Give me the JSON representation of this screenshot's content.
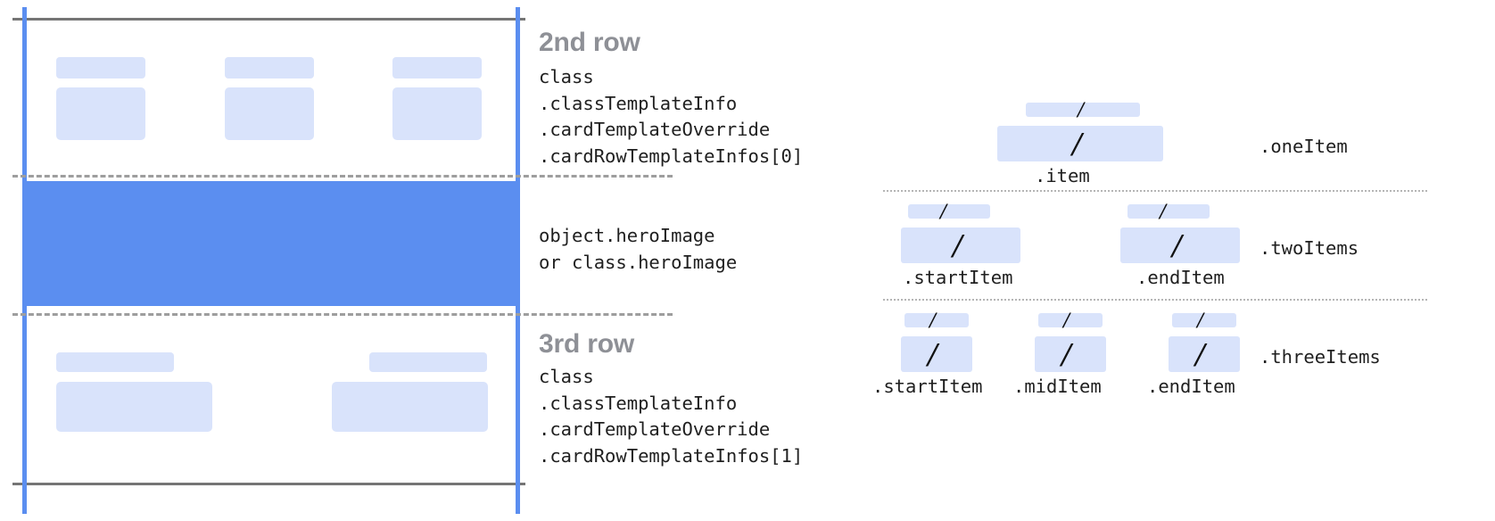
{
  "diagram": {
    "title_hidden": "",
    "colors": {
      "accent_blue": "#5b8ef0",
      "chip_blue": "#d9e3fb",
      "rule_gray": "#757575",
      "dashed_gray": "#9e9e9e",
      "row_title_gray": "#8e9096",
      "code_text": "#1f1f1f"
    }
  },
  "left_panel": {
    "rows": [
      {
        "title": "2nd row",
        "code_lines": [
          "class",
          ".classTemplateInfo",
          ".cardTemplateOverride",
          ".cardRowTemplateInfos[0]"
        ],
        "columns": 3
      },
      {
        "title": "3rd row",
        "code_lines": [
          "class",
          ".classTemplateInfo",
          ".cardTemplateOverride",
          ".cardRowTemplateInfos[1]"
        ],
        "columns": 2
      }
    ],
    "hero": {
      "code_lines": [
        "object.heroImage",
        "or class.heroImage"
      ]
    }
  },
  "right_panel": {
    "groups": [
      {
        "label": ".oneItem",
        "slots": [
          {
            "caption": ".item",
            "glyph": "/"
          }
        ]
      },
      {
        "label": ".twoItems",
        "slots": [
          {
            "caption": ".startItem",
            "glyph": "/"
          },
          {
            "caption": ".endItem",
            "glyph": "/"
          }
        ]
      },
      {
        "label": ".threeItems",
        "slots": [
          {
            "caption": ".startItem",
            "glyph": "/"
          },
          {
            "caption": ".midItem",
            "glyph": "/"
          },
          {
            "caption": ".endItem",
            "glyph": "/"
          }
        ]
      }
    ]
  }
}
